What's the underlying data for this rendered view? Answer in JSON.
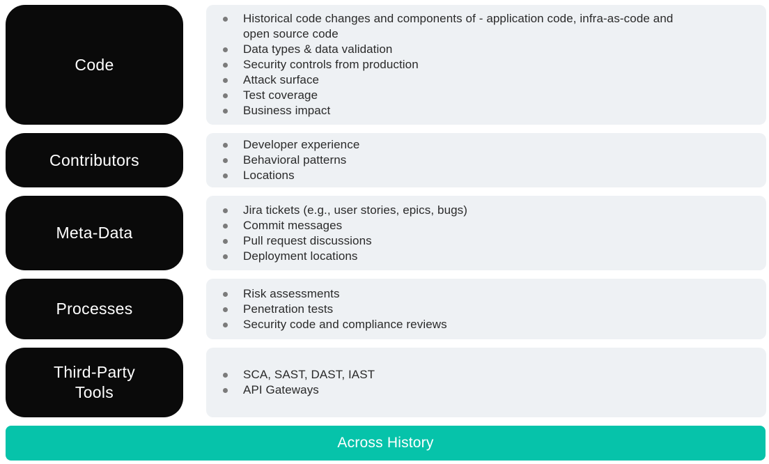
{
  "colors": {
    "box_bg": "#0a0a0a",
    "box_text": "#ffffff",
    "panel_bg": "#eef1f4",
    "bullet": "#7b7b7b",
    "text": "#2a2a2a",
    "banner_bg": "#06c3aa",
    "banner_text": "#ffffff"
  },
  "rows": [
    {
      "label": "Code",
      "items": [
        "Historical code changes and components of - application code, infra-as-code and open source code",
        "Data types & data validation",
        "Security controls from production",
        "Attack surface",
        "Test coverage",
        "Business impact"
      ]
    },
    {
      "label": "Contributors",
      "items": [
        "Developer experience",
        "Behavioral patterns",
        "Locations"
      ]
    },
    {
      "label": "Meta-Data",
      "items": [
        "Jira tickets (e.g., user stories, epics, bugs)",
        "Commit messages",
        "Pull request discussions",
        "Deployment locations"
      ]
    },
    {
      "label": "Processes",
      "items": [
        "Risk assessments",
        "Penetration tests",
        "Security code and compliance reviews"
      ]
    },
    {
      "label": "Third-Party Tools",
      "items": [
        "SCA, SAST, DAST, IAST",
        "API Gateways"
      ]
    }
  ],
  "footer": {
    "label": "Across History"
  }
}
